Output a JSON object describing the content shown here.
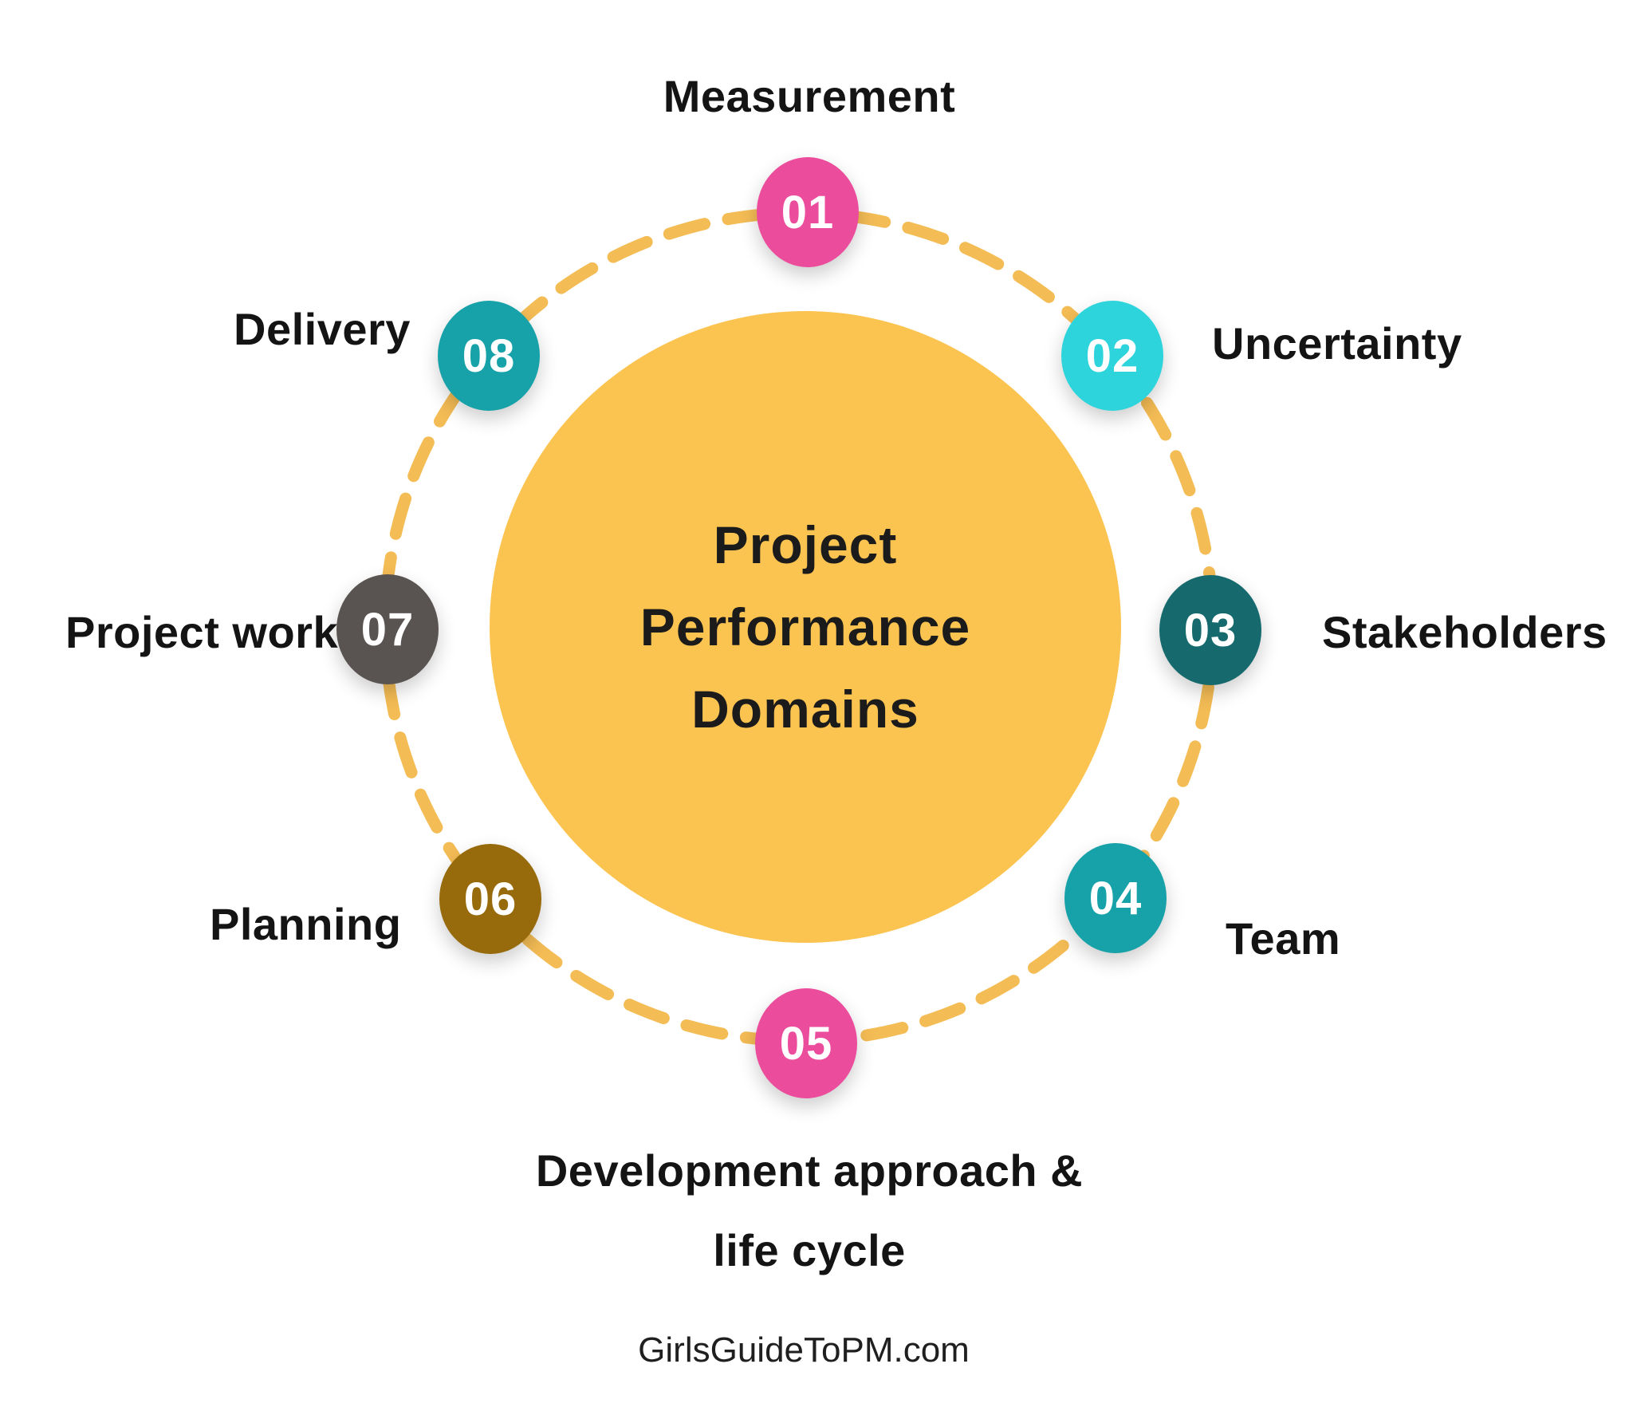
{
  "diagram": {
    "center": {
      "title": "Project Performance Domains",
      "lines": [
        "Project",
        "Performance",
        "Domains"
      ]
    },
    "colors": {
      "center_fill": "#FBC451",
      "ring_dash": "#F4BC55",
      "label_text": "#141414",
      "number_text": "#ffffff"
    },
    "nodes": [
      {
        "number": "01",
        "label": "Measurement",
        "color": "#EC4C9C"
      },
      {
        "number": "02",
        "label": "Uncertainty",
        "color": "#2ED4DC"
      },
      {
        "number": "03",
        "label": "Stakeholders",
        "color": "#166A6E"
      },
      {
        "number": "04",
        "label": "Team",
        "color": "#17A2A9"
      },
      {
        "number": "05",
        "label": "Development approach & life cycle",
        "label_lines": [
          "Development approach &",
          "life cycle"
        ],
        "color": "#EC4C9C"
      },
      {
        "number": "06",
        "label": "Planning",
        "color": "#976A0C"
      },
      {
        "number": "07",
        "label": "Project work",
        "color": "#595451"
      },
      {
        "number": "08",
        "label": "Delivery",
        "color": "#17A2A9"
      }
    ],
    "footer": "GirlsGuideToPM.com"
  }
}
